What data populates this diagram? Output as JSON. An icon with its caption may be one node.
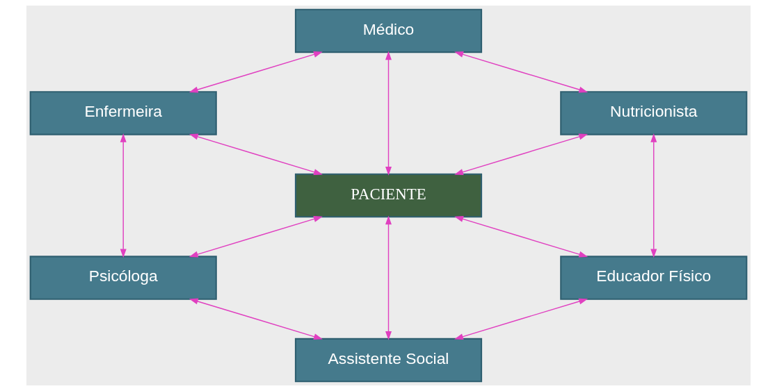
{
  "diagram": {
    "nodes": [
      {
        "text": [
          "Médico"
        ]
      },
      {
        "text": [
          "Enfermeira"
        ]
      },
      {
        "text": [
          "Nutricionista"
        ]
      },
      {
        "text": [
          "PACIENTE"
        ]
      },
      {
        "text": [
          "Psicóloga"
        ]
      },
      {
        "text": [
          "Educador Físico"
        ]
      },
      {
        "text": [
          "Assistente Social"
        ]
      }
    ],
    "edges": [
      {
        "from": 0,
        "to": 1,
        "arrow": "both"
      },
      {
        "from": 0,
        "to": 2,
        "arrow": "both"
      },
      {
        "from": 0,
        "to": 3,
        "arrow": "both"
      },
      {
        "from": 1,
        "to": 3,
        "arrow": "both"
      },
      {
        "from": 2,
        "to": 3,
        "arrow": "both"
      },
      {
        "from": 1,
        "to": 4,
        "arrow": "both"
      },
      {
        "from": 2,
        "to": 5,
        "arrow": "both"
      },
      {
        "from": 3,
        "to": 4,
        "arrow": "both"
      },
      {
        "from": 3,
        "to": 5,
        "arrow": "both"
      },
      {
        "from": 3,
        "to": 6,
        "arrow": "both"
      },
      {
        "from": 4,
        "to": 6,
        "arrow": "both"
      },
      {
        "from": 5,
        "to": 6,
        "arrow": "both"
      }
    ]
  }
}
